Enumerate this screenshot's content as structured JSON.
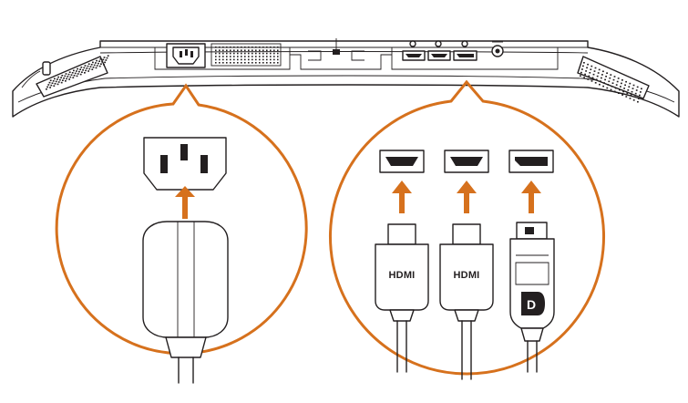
{
  "colors": {
    "accent": "#d6711d",
    "line": "#231f20",
    "background": "#ffffff"
  },
  "cables": {
    "hdmi_1_label": "HDMI",
    "hdmi_2_label": "HDMI",
    "displayport_logo_letter": "D"
  },
  "icons": [
    "power-inlet-icon",
    "hdmi-port-icon",
    "displayport-icon",
    "power-plug-icon"
  ]
}
